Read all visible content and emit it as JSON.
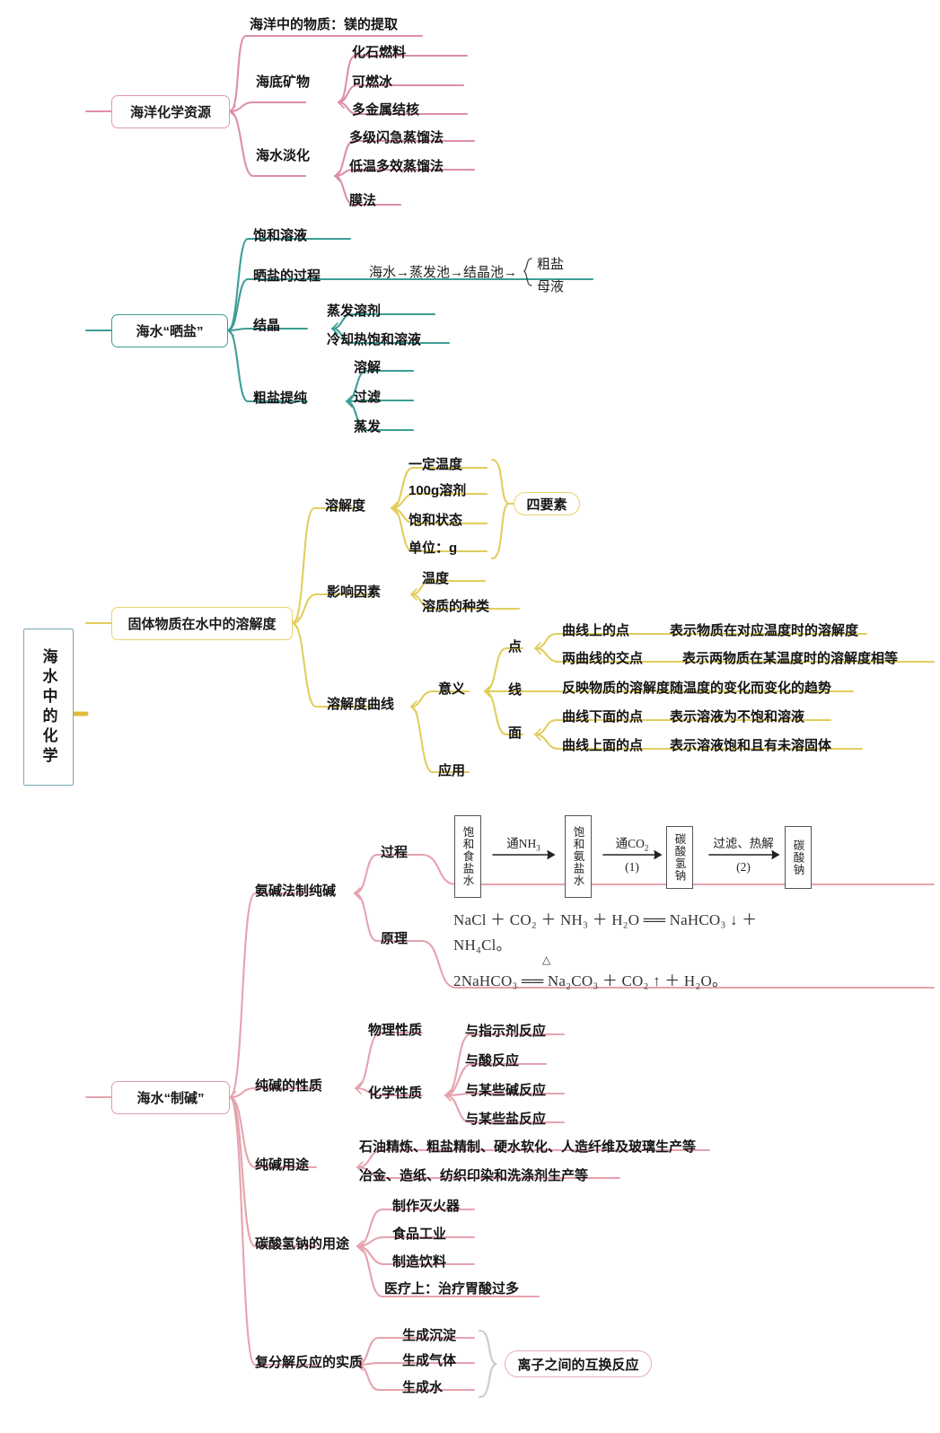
{
  "root": {
    "label": "海水中的化学",
    "border_color": "#7aa6b5"
  },
  "colors": {
    "pink": "#e09aad",
    "teal": "#3c9e95",
    "yellow": "#e8d36a",
    "root": "#7aa6b5"
  },
  "branches": [
    {
      "id": "ocean-chem-resources",
      "label": "海洋化学资源",
      "color": "#e09aad",
      "children": [
        {
          "label": "海洋中的物质：镁的提取",
          "children": []
        },
        {
          "label": "海底矿物",
          "children": [
            {
              "label": "化石燃料"
            },
            {
              "label": "可燃冰"
            },
            {
              "label": "多金属结核"
            }
          ]
        },
        {
          "label": "海水淡化",
          "children": [
            {
              "label": "多级闪急蒸馏法"
            },
            {
              "label": "低温多效蒸馏法"
            },
            {
              "label": "膜法"
            }
          ]
        }
      ]
    },
    {
      "id": "sun-dried-salt",
      "label": "海水“晒盐”",
      "color": "#3c9e95",
      "children": [
        {
          "label": "饱和溶液",
          "children": []
        },
        {
          "label": "晒盐的过程",
          "note": "海水→蒸发池→结晶池→",
          "brace": [
            "粗盐",
            "母液"
          ],
          "children": []
        },
        {
          "label": "结晶",
          "children": [
            {
              "label": "蒸发溶剂"
            },
            {
              "label": "冷却热饱和溶液"
            }
          ]
        },
        {
          "label": "粗盐提纯",
          "children": [
            {
              "label": "溶解"
            },
            {
              "label": "过滤"
            },
            {
              "label": "蒸发"
            }
          ]
        }
      ]
    },
    {
      "id": "solubility",
      "label": "固体物质在水中的溶解度",
      "color": "#e8d36a",
      "children": [
        {
          "label": "溶解度",
          "capsule": "四要素",
          "children": [
            {
              "label": "一定温度"
            },
            {
              "label": "100g溶剂"
            },
            {
              "label": "饱和状态"
            },
            {
              "label": "单位：g"
            }
          ]
        },
        {
          "label": "影响因素",
          "children": [
            {
              "label": "温度"
            },
            {
              "label": "溶质的种类"
            }
          ]
        },
        {
          "label": "溶解度曲线",
          "children": [
            {
              "label": "意义",
              "sub": [
                {
                  "label": "点",
                  "items": [
                    {
                      "term": "曲线上的点",
                      "desc": "表示物质在对应温度时的溶解度"
                    },
                    {
                      "term": "两曲线的交点",
                      "desc": "表示两物质在某温度时的溶解度相等"
                    }
                  ]
                },
                {
                  "label": "线",
                  "items": [
                    {
                      "term": "反映物质的溶解度随温度的变化而变化的趋势",
                      "desc": ""
                    }
                  ]
                },
                {
                  "label": "面",
                  "items": [
                    {
                      "term": "曲线下面的点",
                      "desc": "表示溶液为不饱和溶液"
                    },
                    {
                      "term": "曲线上面的点",
                      "desc": "表示溶液饱和且有未溶固体"
                    }
                  ]
                }
              ]
            },
            {
              "label": "应用"
            }
          ]
        }
      ]
    },
    {
      "id": "soda-making",
      "label": "海水“制碱”",
      "color": "#e09aad",
      "children": [
        {
          "label": "氨碱法制纯碱",
          "children": [
            {
              "label": "过程"
            },
            {
              "label": "原理"
            }
          ]
        },
        {
          "label": "纯碱的性质",
          "children": [
            {
              "label": "物理性质"
            },
            {
              "label": "化学性质",
              "items": [
                {
                  "label": "与指示剂反应"
                },
                {
                  "label": "与酸反应"
                },
                {
                  "label": "与某些碱反应"
                },
                {
                  "label": "与某些盐反应"
                }
              ]
            }
          ]
        },
        {
          "label": "纯碱用途",
          "children": [
            {
              "label": "石油精炼、粗盐精制、硬水软化、人造纤维及玻璃生产等"
            },
            {
              "label": "冶金、造纸、纺织印染和洗涤剂生产等"
            }
          ]
        },
        {
          "label": "碳酸氢钠的用途",
          "children": [
            {
              "label": "制作灭火器"
            },
            {
              "label": "食品工业"
            },
            {
              "label": "制造饮料"
            },
            {
              "label": "医疗上：治疗胃酸过多"
            }
          ]
        },
        {
          "label": "复分解反应的实质",
          "capsule": "离子之间的互换反应",
          "children": [
            {
              "label": "生成沉淀"
            },
            {
              "label": "生成气体"
            },
            {
              "label": "生成水"
            }
          ]
        }
      ]
    }
  ],
  "process_flow": {
    "boxes": [
      "饱和食盐水",
      "饱和氨盐水",
      "碳酸氢钠",
      "碳酸钠"
    ],
    "arrows": [
      {
        "top": "通NH",
        "top_sub": "3",
        "bottom": ""
      },
      {
        "top": "通CO",
        "top_sub": "2",
        "bottom": "(1)"
      },
      {
        "top": "过滤、热解",
        "top_sub": "",
        "bottom": "(2)"
      }
    ]
  },
  "equations": {
    "line1": "NaCl ＋ CO₂ ＋ NH₃ ＋ H₂O ══ NaHCO₃ ↓ ＋",
    "line2": "NH₄Cl。",
    "line3": "2NaHCO₃ ══ Na₂CO₃ ＋ CO₂ ↑ ＋ H₂O。",
    "line3_condition": "△"
  }
}
